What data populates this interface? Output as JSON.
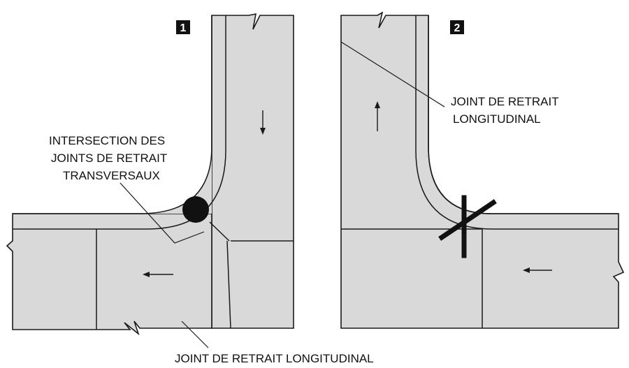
{
  "panels": [
    {
      "badge": "1",
      "labels": {
        "intersection": [
          "INTERSECTION DES",
          "JOINTS DE RETRAIT",
          "TRANSVERSAUX"
        ],
        "longitudinal": "JOINT DE RETRAIT LONGITUDINAL"
      }
    },
    {
      "badge": "2",
      "labels": {
        "longitudinal": [
          "JOINT DE RETRAIT",
          "LONGITUDINAL"
        ]
      }
    }
  ],
  "colors": {
    "slab": "#d9d9d9",
    "line": "#1a1a1a",
    "mark": "#111111"
  }
}
